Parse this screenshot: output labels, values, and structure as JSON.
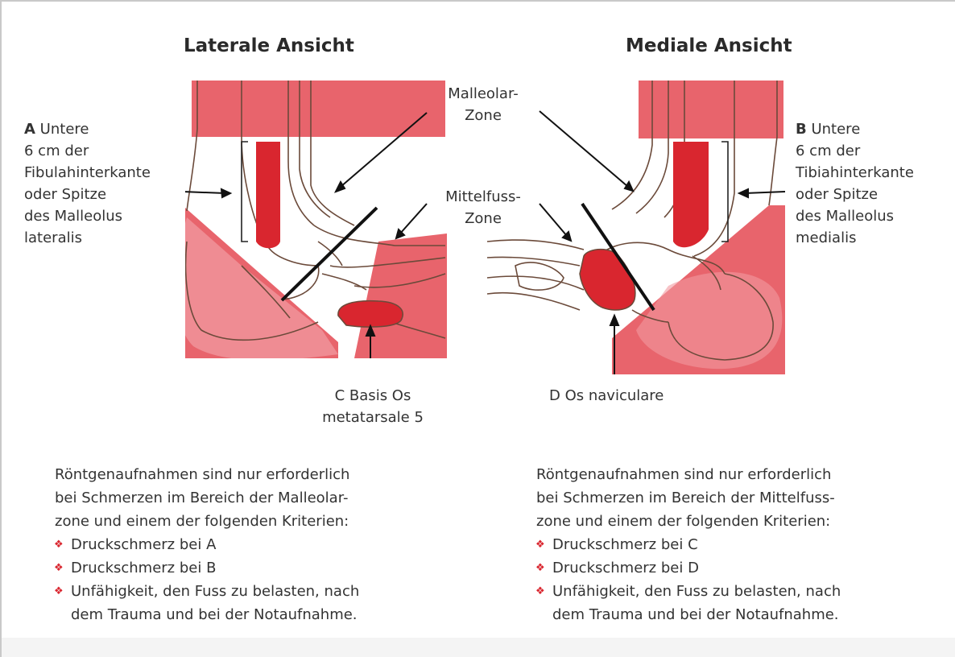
{
  "lateral": {
    "title": "Laterale Ansicht",
    "label_a_letter": "A",
    "label_a_lines": [
      "Untere",
      "6 cm der",
      "Fibulahinterkante",
      "oder Spitze",
      "des Malleolus",
      "lateralis"
    ],
    "label_c_lines": [
      "C Basis Os",
      "metatarsale 5"
    ],
    "criteria": {
      "intro_lines": [
        "Röntgenaufnahmen sind nur erforderlich",
        "bei Schmerzen im Bereich der Malleolar-",
        "zone und einem der folgenden Kriterien:"
      ],
      "items": [
        [
          "Druckschmerz bei A"
        ],
        [
          "Druckschmerz bei B"
        ],
        [
          "Unfähigkeit, den Fuss zu belasten, nach",
          "dem Trauma und bei der Notaufnahme."
        ]
      ]
    }
  },
  "medial": {
    "title": "Mediale Ansicht",
    "label_b_letter": "B",
    "label_b_lines": [
      "Untere",
      "6 cm der",
      "Tibiahinterkante",
      "oder Spitze",
      "des Malleolus",
      "medialis"
    ],
    "label_d": "D Os naviculare",
    "criteria": {
      "intro_lines": [
        "Röntgenaufnahmen sind nur erforderlich",
        "bei Schmerzen im Bereich der Mittelfuss-",
        "zone und einem der folgenden Kriterien:"
      ],
      "items": [
        [
          "Druckschmerz bei C"
        ],
        [
          "Druckschmerz bei D"
        ],
        [
          "Unfähigkeit, den Fuss zu belasten, nach",
          "dem Trauma und bei der Notaufnahme."
        ]
      ]
    }
  },
  "zones": {
    "malleolar_lines": [
      "Malleolar-",
      "Zone"
    ],
    "midfoot_lines": [
      "Mittelfuss-",
      "Zone"
    ]
  },
  "colors": {
    "zone_fill": "#e8646c",
    "zone_light": "#f19aa0",
    "highlight": "#d9262f",
    "bone_outline": "#6b4a3a",
    "bullet": "#d9262f"
  }
}
